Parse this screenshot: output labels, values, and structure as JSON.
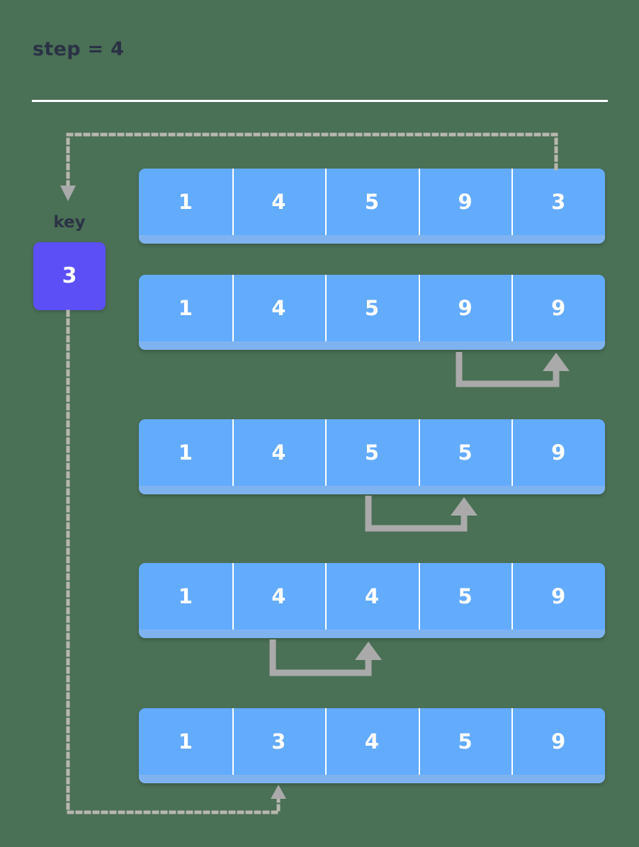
{
  "title": "step = 4",
  "key": {
    "label": "key",
    "value": "3"
  },
  "rows": [
    {
      "cells": [
        "1",
        "4",
        "5",
        "9",
        "3"
      ]
    },
    {
      "cells": [
        "1",
        "4",
        "5",
        "9",
        "9"
      ]
    },
    {
      "cells": [
        "1",
        "4",
        "5",
        "5",
        "9"
      ]
    },
    {
      "cells": [
        "1",
        "4",
        "4",
        "5",
        "9"
      ]
    },
    {
      "cells": [
        "1",
        "3",
        "4",
        "5",
        "9"
      ]
    }
  ],
  "colors": {
    "background": "#4a7056",
    "cell": "#63abfd",
    "cell_strip": "#7fb3f0",
    "cell_divider": "#ffffff",
    "key_box": "#5b4ff5",
    "text_dark": "#2b3245",
    "text_on_fill": "#ffffff",
    "arrow_gray": "#aaaaaa",
    "dotted_gray": "#b7b7ae",
    "rule": "#ffffff"
  },
  "chart_data": {
    "type": "diagram",
    "title": "step = 4",
    "algorithm": "insertion sort",
    "step_number": 4,
    "key_value": 3,
    "key_source_index": 4,
    "key_insert_index": 1,
    "array_states": [
      [
        1,
        4,
        5,
        9,
        3
      ],
      [
        1,
        4,
        5,
        9,
        9
      ],
      [
        1,
        4,
        5,
        5,
        9
      ],
      [
        1,
        4,
        4,
        5,
        9
      ],
      [
        1,
        3,
        4,
        5,
        9
      ]
    ],
    "shift_arrows": [
      {
        "row": 1,
        "from_index": 3,
        "to_index": 4
      },
      {
        "row": 2,
        "from_index": 2,
        "to_index": 3
      },
      {
        "row": 3,
        "from_index": 1,
        "to_index": 2
      }
    ]
  }
}
